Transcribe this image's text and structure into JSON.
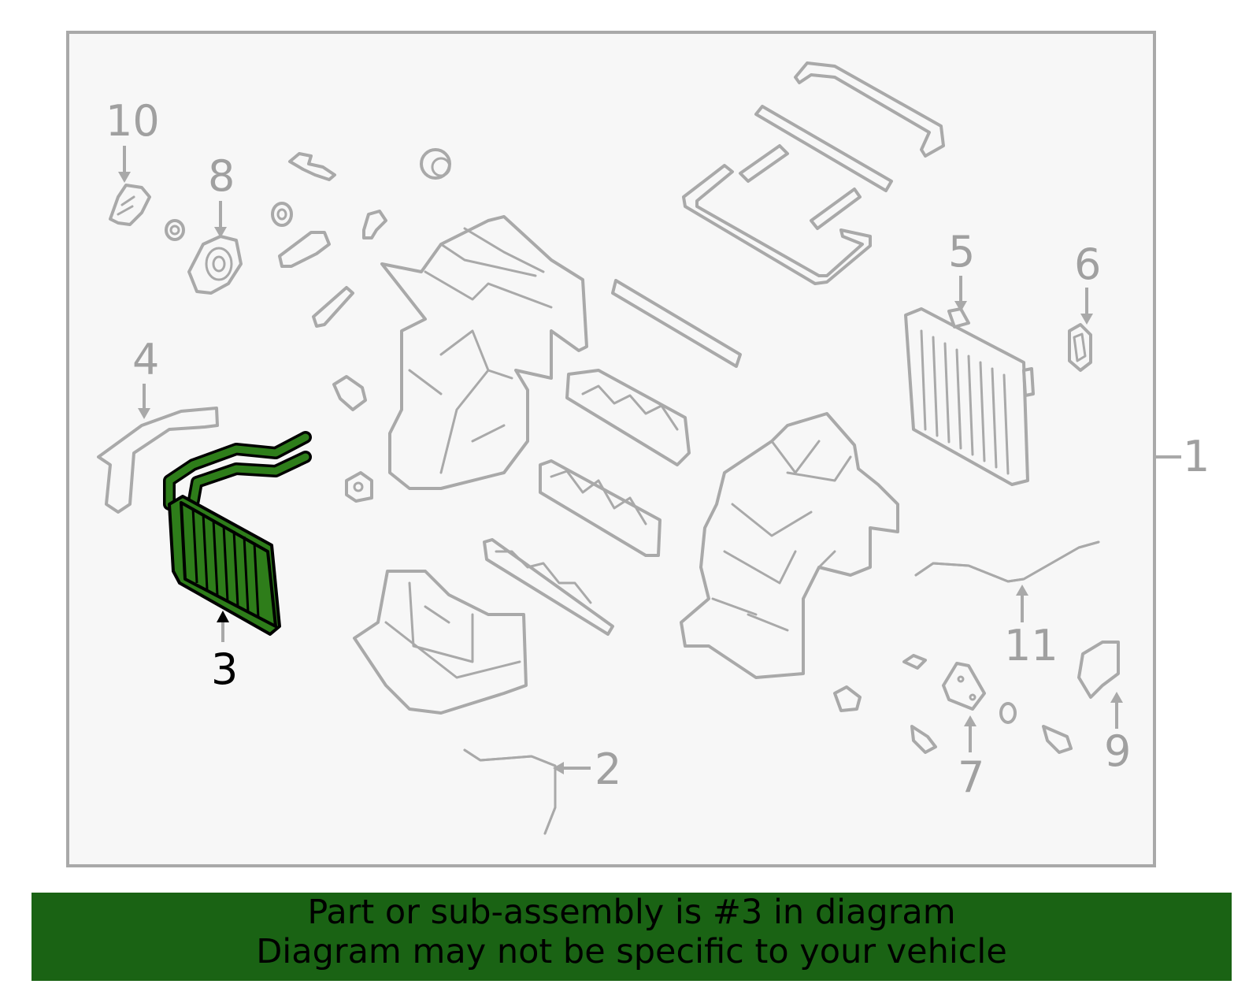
{
  "diagram": {
    "callouts": [
      {
        "id": "1",
        "label": "1"
      },
      {
        "id": "2",
        "label": "2"
      },
      {
        "id": "3",
        "label": "3",
        "highlighted": true
      },
      {
        "id": "4",
        "label": "4"
      },
      {
        "id": "5",
        "label": "5"
      },
      {
        "id": "6",
        "label": "6"
      },
      {
        "id": "7",
        "label": "7"
      },
      {
        "id": "8",
        "label": "8"
      },
      {
        "id": "9",
        "label": "9"
      },
      {
        "id": "10",
        "label": "10"
      },
      {
        "id": "11",
        "label": "11"
      }
    ],
    "highlight_color": "#2e7d1a",
    "line_color": "#a9a9a9"
  },
  "banner": {
    "line1": "Part or sub-assembly is #3 in diagram",
    "line2": "Diagram may not be specific to your vehicle",
    "background": "#1a6314"
  }
}
